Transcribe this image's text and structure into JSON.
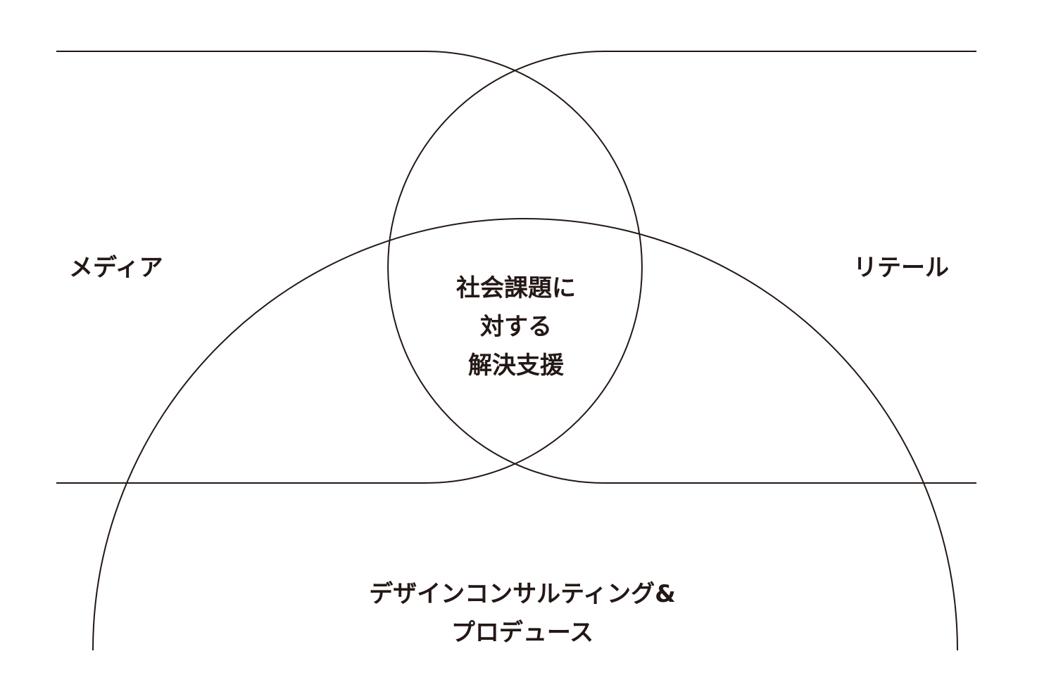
{
  "diagram": {
    "type": "venn",
    "stroke_color": "#231815",
    "sets": {
      "media": "メディア",
      "retail": "リテール",
      "consulting": [
        "デザインコンサルティング&",
        "プロデュース"
      ]
    },
    "center": [
      "社会課題に",
      "対する",
      "解決支援"
    ]
  }
}
